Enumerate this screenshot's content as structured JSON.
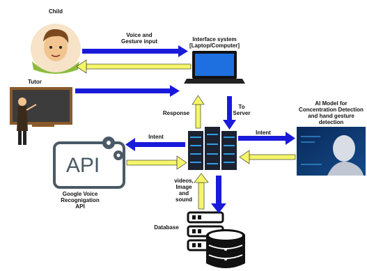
{
  "nodes": {
    "child": "Child",
    "tutor": "Tutor",
    "interface": "Interface system\n[Laptop/Computer]",
    "ai_model": "AI Model for\nConcentration Detection\nand hand gesture\ndetection",
    "api": "Google Voice\nRecognigation\nAPI",
    "api_logo": "API",
    "database": "Database"
  },
  "edges": {
    "voice_gesture": "Voice and\nGesture input",
    "response": "Response",
    "to_server": "To\nServer",
    "intent_api": "Intent",
    "intent_ai": "Intent",
    "videos": "videos,\nImage\nand\nsound"
  },
  "colors": {
    "request_arrow": "#1a1adb",
    "response_arrow": "#f5f56a",
    "server_body": "#1c2230",
    "server_led": "#2f9ee8"
  }
}
